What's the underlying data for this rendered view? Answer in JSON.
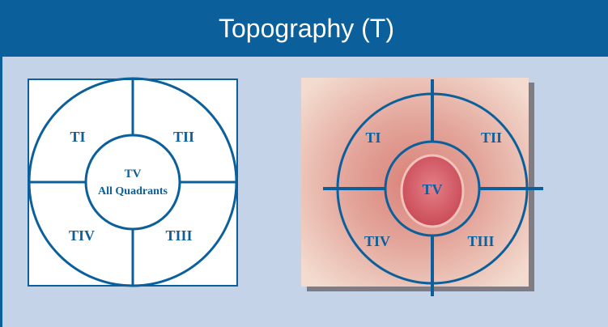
{
  "header": {
    "title": "Topography (T)"
  },
  "diagram": {
    "quadrants": {
      "q1": "TI",
      "q2": "TII",
      "q3": "TIII",
      "q4": "TIV",
      "center": "TV",
      "center_caption": "All Quadrants"
    },
    "colors": {
      "header_bg": "#0b5f9a",
      "panel_bg": "#c4d3e8",
      "line": "#0b5f9a",
      "wound_skin": "#d98277"
    }
  }
}
